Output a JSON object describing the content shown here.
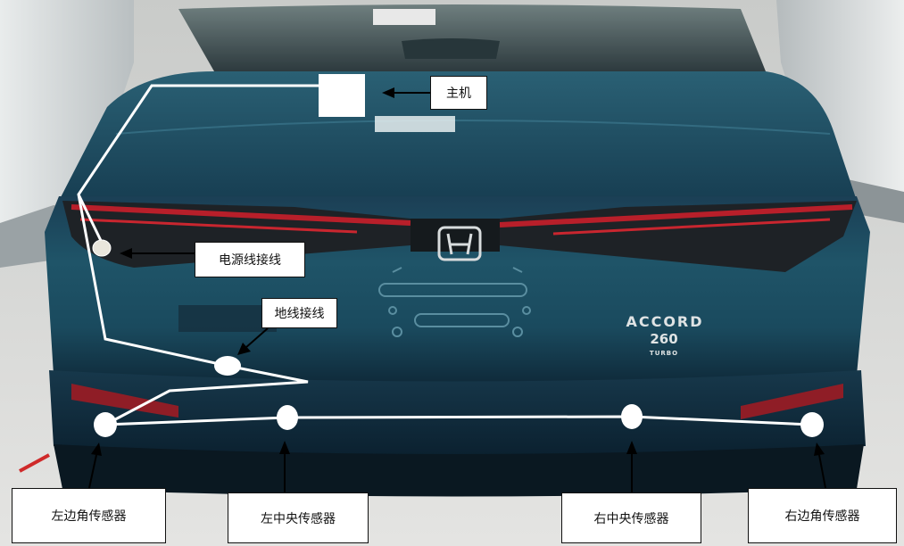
{
  "labels": {
    "host": "主机",
    "power_wire": "电源线接线",
    "ground_wire": "地线接线",
    "left_corner_sensor": "左边角传感器",
    "left_center_sensor": "左中央传感器",
    "right_center_sensor": "右中央传感器",
    "right_corner_sensor": "右边角传感器"
  },
  "vehicle": {
    "badge_model": "ACCORD",
    "badge_number": "260",
    "badge_sub": "TURBO"
  },
  "colors": {
    "body_paint": "#1d4d63",
    "body_paint_dark": "#0f2a3a",
    "tail_light_red": "#b81f2a",
    "wiring": "#ffffff",
    "label_border": "#111111"
  }
}
